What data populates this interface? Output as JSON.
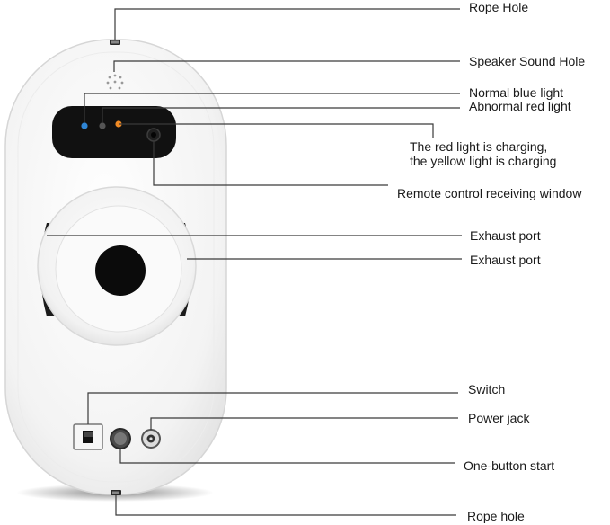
{
  "labels": {
    "rope_hole_top": "Rope Hole",
    "speaker_sound_hole": "Speaker Sound Hole",
    "normal_blue_light": "Normal blue light",
    "abnormal_red_light": "Abnormal red light",
    "charging_line1": "The red light is charging,",
    "charging_line2": "the yellow light is charging",
    "remote_window": "Remote control receiving window",
    "exhaust_port_1": "Exhaust port",
    "exhaust_port_2": "Exhaust port",
    "switch": "Switch",
    "power_jack": "Power jack",
    "one_button_start": "One-button start",
    "rope_hole_bottom": "Rope hole"
  },
  "colors": {
    "leader_line": "#3a3a3a",
    "device_body": "#f4f4f4",
    "device_edge": "#d8d8d8",
    "panel_black": "#111111",
    "blue_led": "#2f86d6",
    "orange_led": "#f08a24",
    "dark_led": "#555555",
    "bumper_black": "#1b1b1b"
  }
}
